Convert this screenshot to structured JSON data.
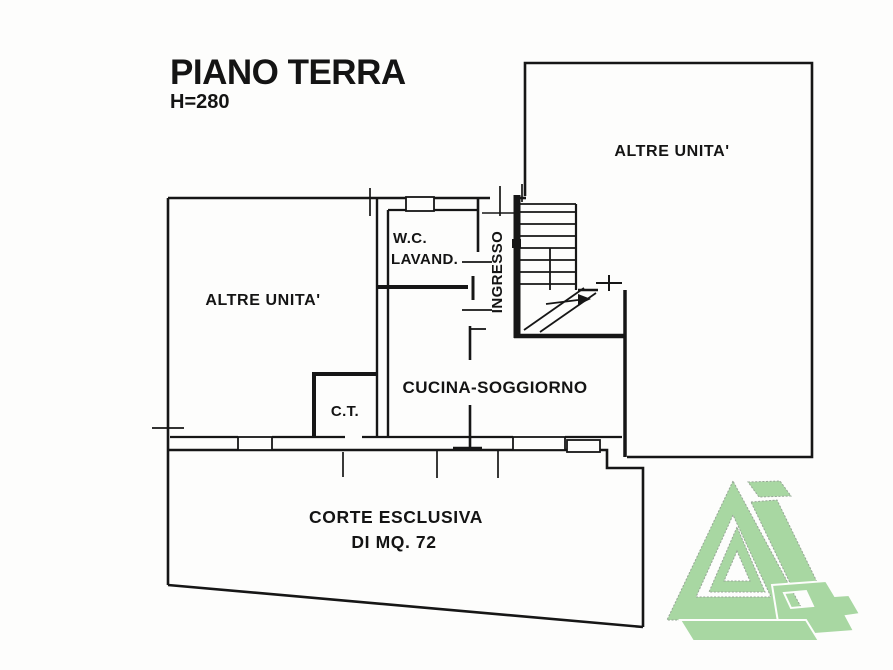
{
  "header": {
    "title": "PIANO TERRA",
    "height_label": "H=280"
  },
  "rooms": {
    "altre_unita_top": "ALTRE UNITA'",
    "altre_unita_left": "ALTRE UNITA'",
    "wc_line1": "W.C.",
    "wc_line2": "LAVAND.",
    "ingresso": "INGRESSO",
    "cucina_soggiorno": "CUCINA-SOGGIORNO",
    "ct": "C.T."
  },
  "courtyard": {
    "line1": "CORTE ESCLUSIVA",
    "line2": "DI MQ. 72"
  },
  "watermark": {
    "icon": "green-triangle-agency-logo"
  },
  "colors": {
    "wall": "#161616",
    "text": "#141414",
    "logo_green": "#a8d7a2",
    "background": "#fdfdfc"
  }
}
